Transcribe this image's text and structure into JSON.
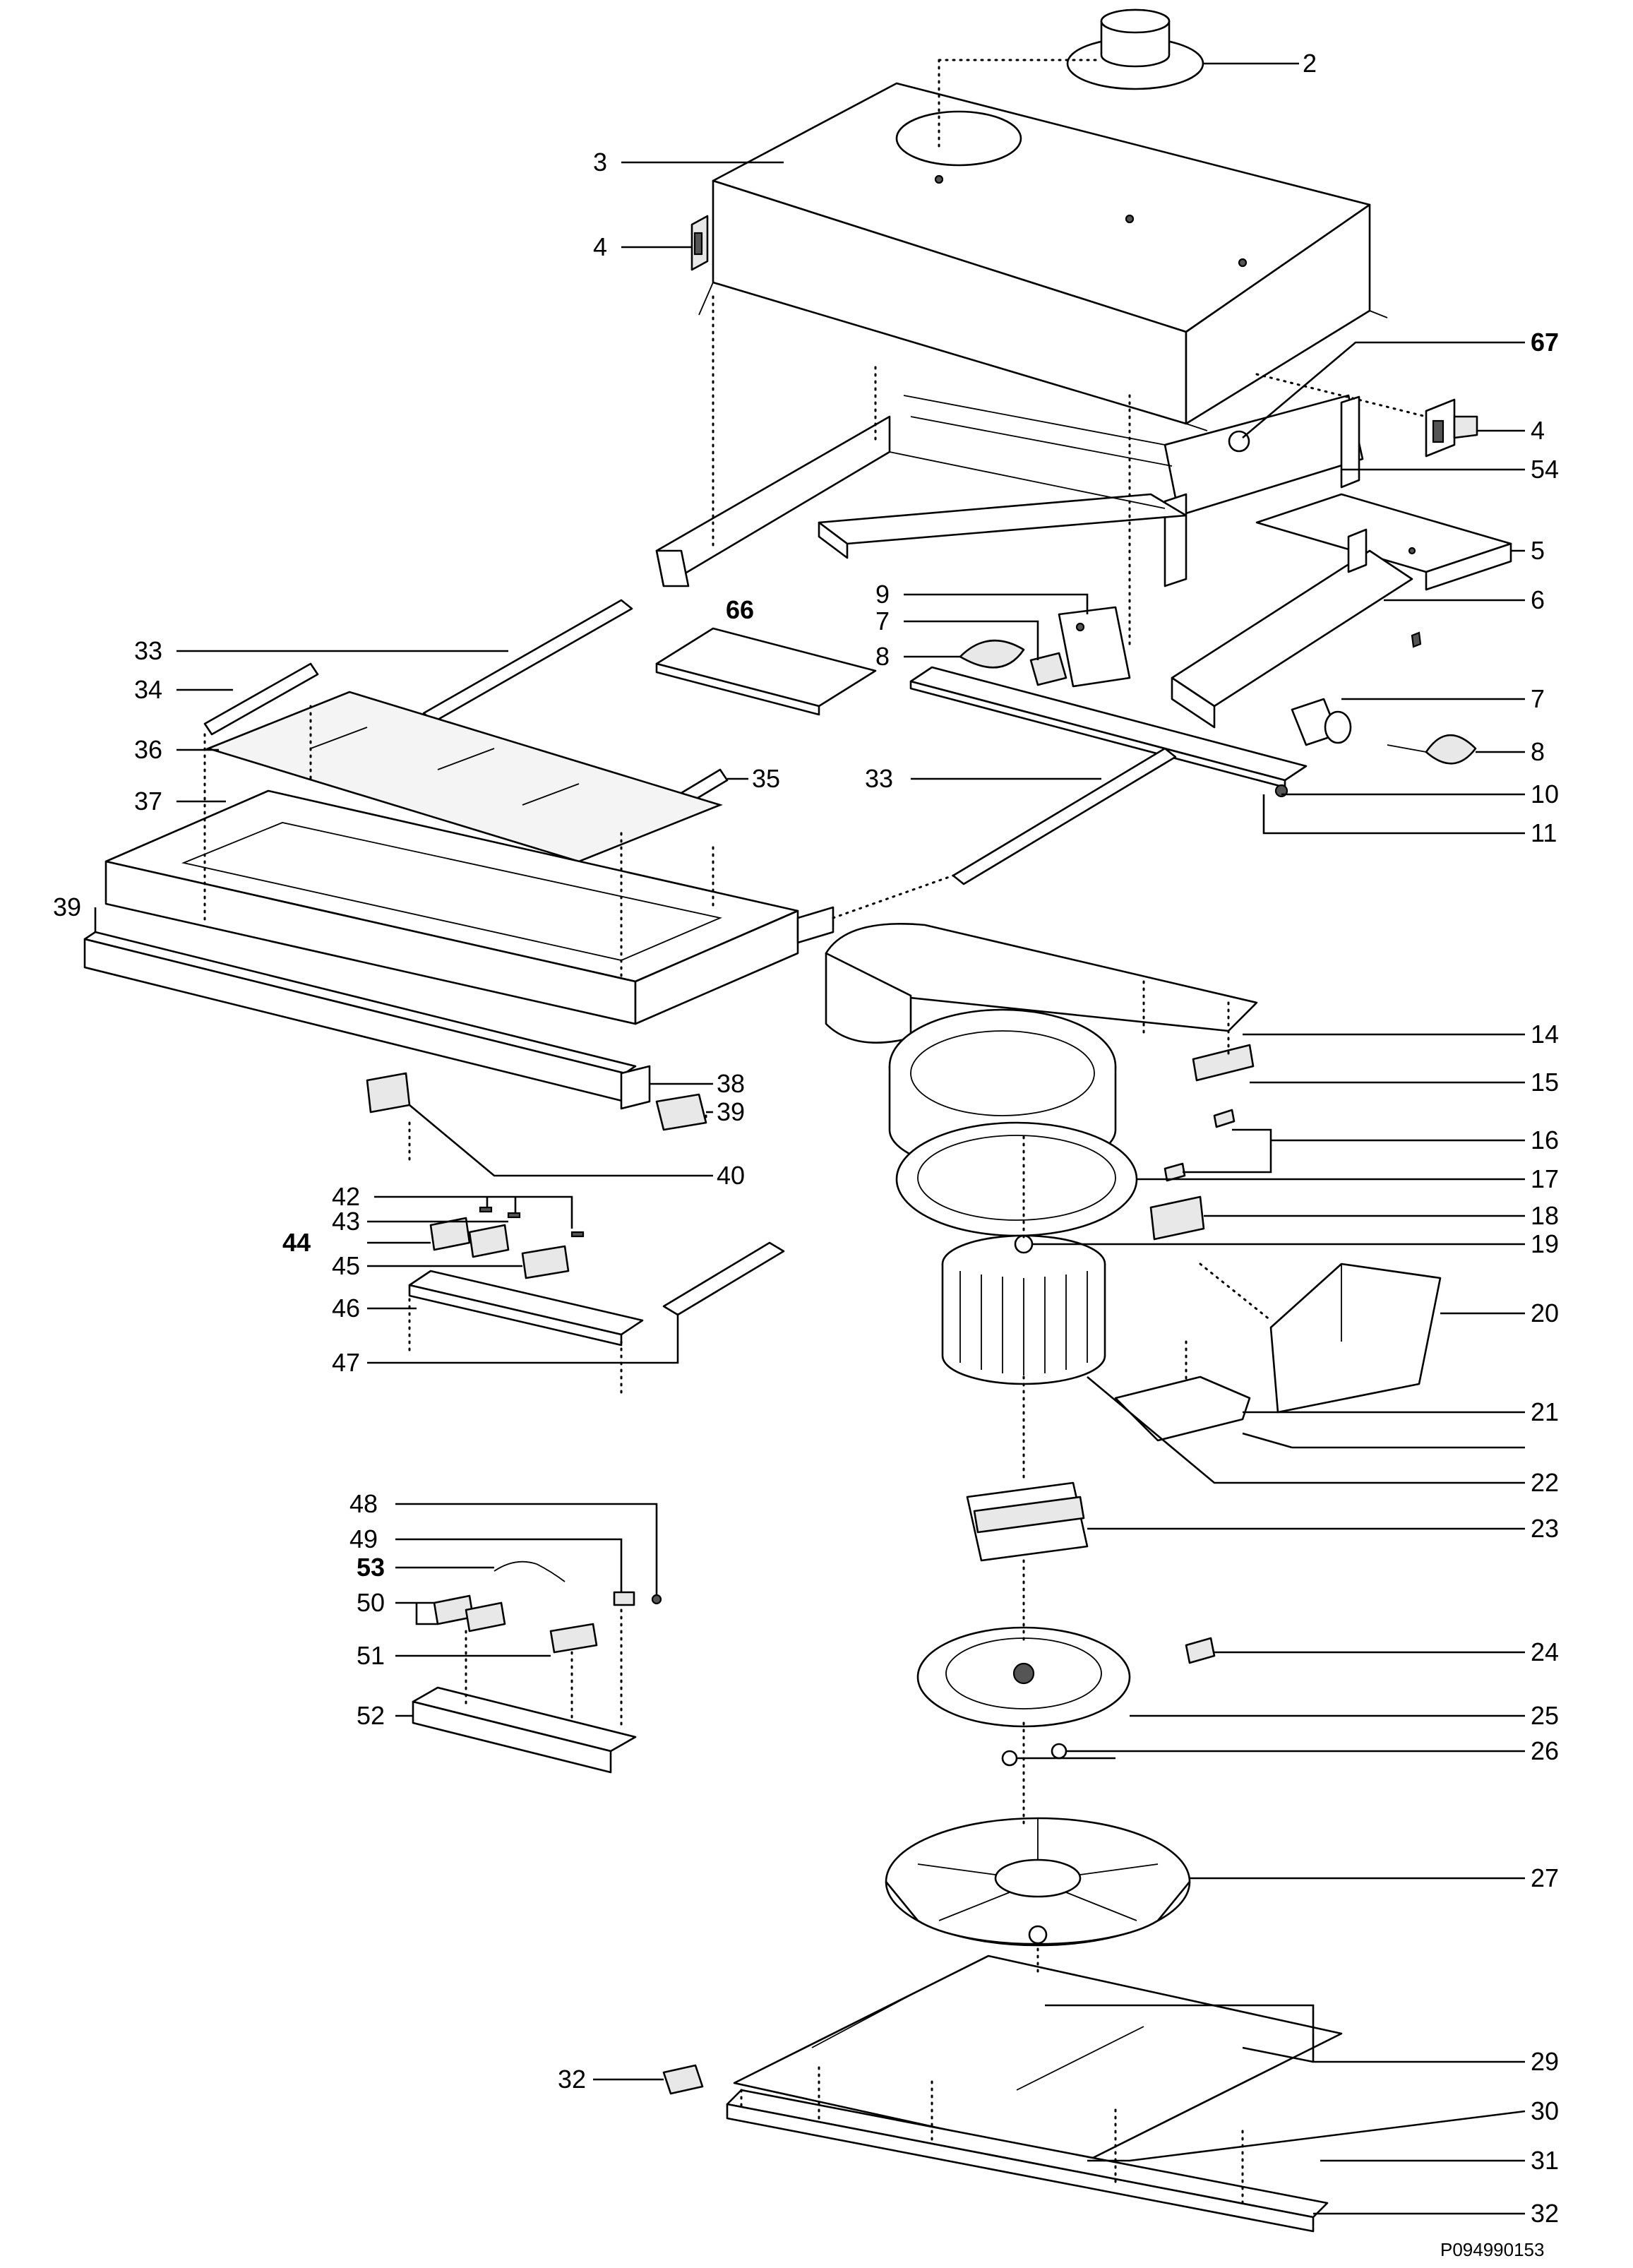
{
  "labels": {
    "p2": "2",
    "p3": "3",
    "p4a": "4",
    "p4b": "4",
    "p67": "67",
    "p54": "54",
    "p5": "5",
    "p6": "6",
    "p9": "9",
    "p7a": "7",
    "p8a": "8",
    "p66": "66",
    "p7b": "7",
    "p8b": "8",
    "p10": "10",
    "p11": "11",
    "p33a": "33",
    "p34": "34",
    "p36": "36",
    "p35": "35",
    "p33b": "33",
    "p37": "37",
    "p39a": "39",
    "p14": "14",
    "p15": "15",
    "p16": "16",
    "p17": "17",
    "p18": "18",
    "p19": "19",
    "p20": "20",
    "p38": "38",
    "p39b": "39",
    "p40": "40",
    "p42": "42",
    "p43": "43",
    "p44": "44",
    "p45": "45",
    "p46": "46",
    "p47": "47",
    "p21": "21",
    "p22": "22",
    "p23": "23",
    "p24": "24",
    "p25": "25",
    "p26": "26",
    "p27": "27",
    "p48": "48",
    "p49": "49",
    "p53": "53",
    "p50": "50",
    "p51": "51",
    "p52": "52",
    "p29": "29",
    "p30": "30",
    "p31": "31",
    "p32a": "32",
    "p32b": "32"
  },
  "reference": "P094990153"
}
